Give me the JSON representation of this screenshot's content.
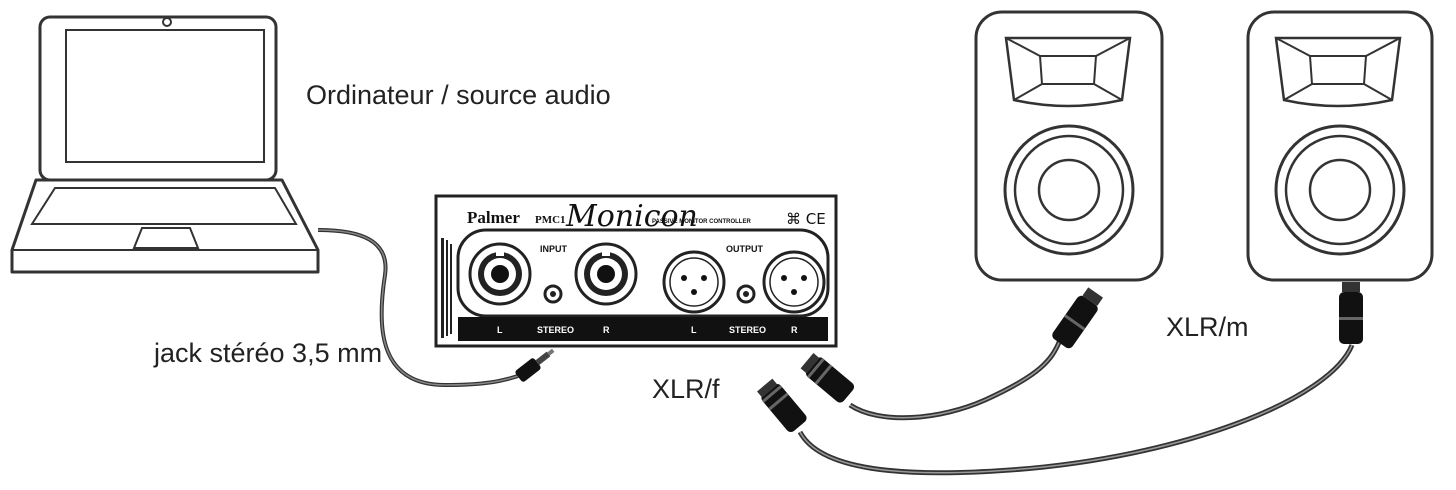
{
  "labels": {
    "computer": "Ordinateur / source audio",
    "jack_cable": "jack stéréo 3,5 mm",
    "xlr_female": "XLR/f",
    "xlr_male": "XLR/m"
  },
  "device": {
    "brand": "Palmer",
    "model": "PMC1",
    "product": "Monicon",
    "subtitle": "PASSIVE MONITOR CONTROLLER",
    "marks": "⌘ CE",
    "input_label": "INPUT",
    "output_label": "OUTPUT",
    "in_left": "L",
    "in_stereo": "STEREO",
    "in_right": "R",
    "out_left": "L",
    "out_stereo": "STEREO",
    "out_right": "R"
  }
}
